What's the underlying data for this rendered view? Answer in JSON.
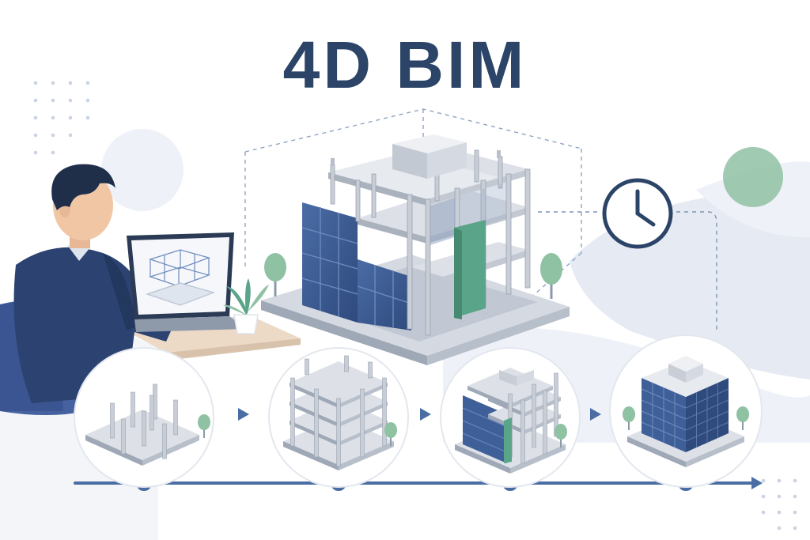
{
  "title": "4D BIM",
  "icons": {
    "clock": "clock-icon",
    "arrow": "play-arrow-icon",
    "tree": "tree-icon",
    "plant": "plant-icon"
  },
  "colors": {
    "navy": "#2b4468",
    "timeline": "#4a6ea3",
    "glass": "#3f5f99",
    "glass_dark": "#2f4a7d",
    "concrete": "#c9ced6",
    "concrete_light": "#dde1e7",
    "green": "#5aa58a",
    "tree": "#8fc1a3",
    "skin": "#f1c6a4",
    "hair": "#1f2f4a",
    "desk": "#ecd9c6",
    "blob": "#e6ebf3"
  },
  "stages": [
    {
      "name": "foundation-columns",
      "progress": 0.25
    },
    {
      "name": "structural-frame",
      "progress": 0.5
    },
    {
      "name": "facade-installation",
      "progress": 0.75
    },
    {
      "name": "completed-building",
      "progress": 1.0
    }
  ]
}
